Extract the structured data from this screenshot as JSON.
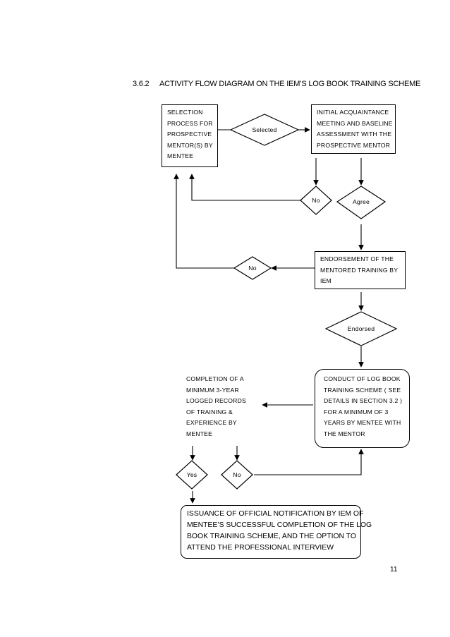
{
  "section": {
    "number": "3.6.2",
    "title": "ACTIVITY FLOW DIAGRAM ON THE IEM’S LOG BOOK TRAINING SCHEME"
  },
  "boxes": {
    "selection": [
      "SELECTION",
      "PROCESS FOR",
      "PROSPECTIVE",
      "MENTOR(S) BY",
      "MENTEE"
    ],
    "initial_meeting": [
      "INITIAL  ACQUAINTANCE",
      "MEETING AND BASELINE",
      "ASSESSMENT WITH THE",
      "PROSPECTIVE MENTOR"
    ],
    "endorsement": [
      "ENDORSEMENT OF THE",
      "MENTORED TRAINING  BY",
      "IEM"
    ],
    "conduct": [
      "CONDUCT OF LOG BOOK",
      "TRAINING SCHEME ( SEE",
      "DETAILS IN SECTION 3.2 )",
      "FOR A MINIMUM OF 3",
      "YEARS BY MENTEE WITH",
      "THE MENTOR"
    ],
    "completion": [
      "COMPLETION OF  A",
      "MINIMUM  3-YEAR",
      "LOGGED RECORDS",
      "OF TRAINING &",
      "EXPERIENCE BY",
      "MENTEE"
    ],
    "issuance": [
      "ISSUANCE OF OFFICIAL NOTIFICATION BY IEM OF",
      "MENTEE’S SUCCESSFUL COMPLETION OF THE LOG",
      "BOOK TRAINING SCHEME, AND THE OPTION TO",
      "ATTEND THE PROFESSIONAL INTERVIEW"
    ]
  },
  "decisions": {
    "selected": "Selected",
    "no_1": "No",
    "agree": "Agree",
    "no_2": "No",
    "endorsed": "Endorsed",
    "yes": "Yes",
    "no_3": "No"
  },
  "page_number": "11"
}
